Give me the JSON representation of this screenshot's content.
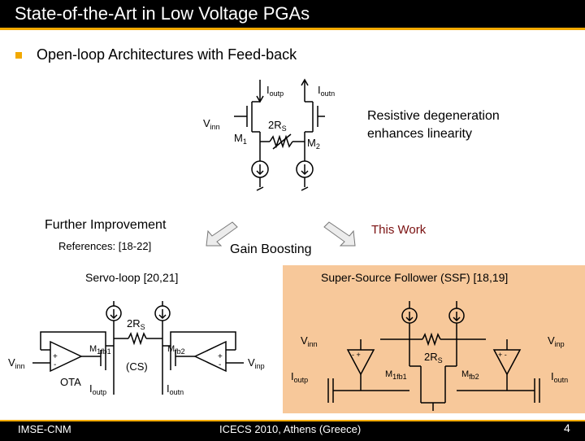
{
  "title": "State-of-the-Art in Low Voltage PGAs",
  "bullet": "Open-loop Architectures with Feed-back",
  "top_circuit": {
    "labels": {
      "ioutp": "I",
      "ioutp_sub": "outp",
      "ioutn": "I",
      "ioutn_sub": "outn",
      "vinn": "V",
      "vinn_sub": "inn",
      "rs": "2R",
      "rs_sub": "S",
      "m1": "M",
      "m1_sub": "1",
      "m2": "M",
      "m2_sub": "2"
    }
  },
  "note": {
    "line1": "Resistive degeneration",
    "line2": "enhances linearity"
  },
  "further_improvement": "Further Improvement",
  "references": "References: [18-22]",
  "gain_boosting": "Gain Boosting",
  "this_work": "This Work",
  "servo": {
    "title": "Servo-loop [20,21]",
    "labels": {
      "vinn": "V",
      "vinn_sub": "inn",
      "vinp": "V",
      "vinp_sub": "inp",
      "ota": "OTA",
      "cs": "(CS)",
      "rs": "2R",
      "rs_sub": "S",
      "m1": "M",
      "m1_sub": "1fb1",
      "m2": "M",
      "m2_sub": "fb2",
      "ioutp": "I",
      "ioutp_sub": "outp",
      "ioutn": "I",
      "ioutn_sub": "outn"
    }
  },
  "ssf": {
    "title": "Super-Source Follower (SSF) [18,19]",
    "labels": {
      "vinn": "V",
      "vinn_sub": "inn",
      "vinp": "V",
      "vinp_sub": "inp",
      "rs": "2R",
      "rs_sub": "S",
      "m1": "M",
      "m1_sub": "1fb1",
      "m2": "M",
      "m2_sub": "fb2",
      "ioutp": "I",
      "ioutp_sub": "outp",
      "ioutn": "I",
      "ioutn_sub": "outn"
    }
  },
  "footer": {
    "left": "IMSE-CNM",
    "center": "ICECS 2010, Athens (Greece)",
    "page": "4"
  },
  "colors": {
    "accent": "#f2a900",
    "ssf_panel": "#f7c89a",
    "this_work": "#7a1010"
  }
}
